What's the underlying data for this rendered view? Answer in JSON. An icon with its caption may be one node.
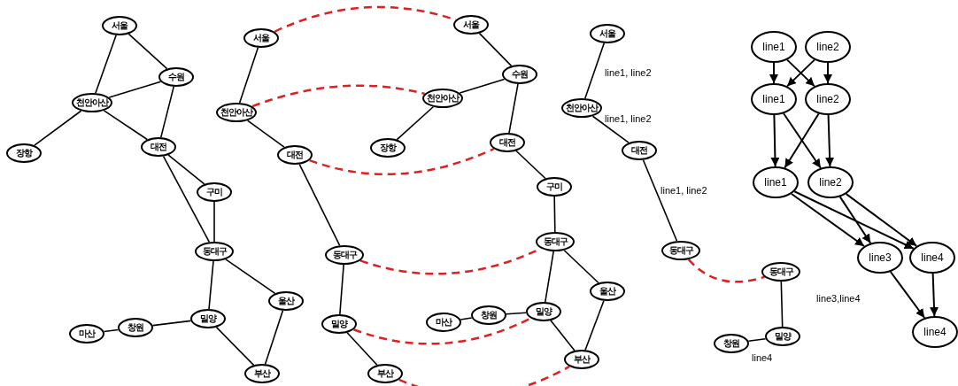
{
  "diagram": {
    "nodes": [
      {
        "text": [
          "서울"
        ]
      },
      {
        "text": [
          "수원"
        ]
      },
      {
        "text": [
          "천안아산"
        ]
      },
      {
        "text": [
          "장항"
        ]
      },
      {
        "text": [
          "대전"
        ]
      },
      {
        "text": [
          "구미"
        ]
      },
      {
        "text": [
          "동대구"
        ]
      },
      {
        "text": [
          "밀양"
        ]
      },
      {
        "text": [
          "창원"
        ]
      },
      {
        "text": [
          "마산"
        ]
      },
      {
        "text": [
          "울산"
        ]
      },
      {
        "text": [
          "부산"
        ]
      },
      {
        "text": [
          "서울"
        ]
      },
      {
        "text": [
          "천안아산"
        ]
      },
      {
        "text": [
          "대전"
        ]
      },
      {
        "text": [
          "동대구"
        ]
      },
      {
        "text": [
          "밀양"
        ]
      },
      {
        "text": [
          "부산"
        ]
      },
      {
        "text": [
          "서울"
        ]
      },
      {
        "text": [
          "수원"
        ]
      },
      {
        "text": [
          "천안아산"
        ]
      },
      {
        "text": [
          "장항"
        ]
      },
      {
        "text": [
          "대전"
        ]
      },
      {
        "text": [
          "구미"
        ]
      },
      {
        "text": [
          "동대구"
        ]
      },
      {
        "text": [
          "밀양"
        ]
      },
      {
        "text": [
          "창원"
        ]
      },
      {
        "text": [
          "마산"
        ]
      },
      {
        "text": [
          "울산"
        ]
      },
      {
        "text": [
          "부산"
        ]
      },
      {
        "text": [
          "서울"
        ]
      },
      {
        "text": [
          "천안아산"
        ]
      },
      {
        "text": [
          "대전"
        ]
      },
      {
        "text": [
          "동대구"
        ]
      },
      {
        "text": [
          "동대구"
        ]
      },
      {
        "text": [
          "밀양"
        ]
      },
      {
        "text": [
          "창원"
        ]
      },
      {
        "text": [
          "line1"
        ]
      },
      {
        "text": [
          "line2"
        ]
      },
      {
        "text": [
          "line1"
        ]
      },
      {
        "text": [
          "line2"
        ]
      },
      {
        "text": [
          "line1"
        ]
      },
      {
        "text": [
          "line2"
        ]
      },
      {
        "text": [
          "line3"
        ]
      },
      {
        "text": [
          "line4"
        ]
      },
      {
        "text": [
          "line4"
        ]
      }
    ],
    "edges": [
      {
        "from": 0,
        "to": 2,
        "arrow": "none"
      },
      {
        "from": 0,
        "to": 1,
        "arrow": "none"
      },
      {
        "from": 2,
        "to": 1,
        "arrow": "none"
      },
      {
        "from": 2,
        "to": 3,
        "arrow": "none"
      },
      {
        "from": 2,
        "to": 4,
        "arrow": "none"
      },
      {
        "from": 1,
        "to": 4,
        "arrow": "none"
      },
      {
        "from": 4,
        "to": 5,
        "arrow": "none"
      },
      {
        "from": 4,
        "to": 6,
        "arrow": "none"
      },
      {
        "from": 5,
        "to": 6,
        "arrow": "none"
      },
      {
        "from": 6,
        "to": 7,
        "arrow": "none"
      },
      {
        "from": 6,
        "to": 10,
        "arrow": "none"
      },
      {
        "from": 7,
        "to": 8,
        "arrow": "none"
      },
      {
        "from": 8,
        "to": 9,
        "arrow": "none"
      },
      {
        "from": 7,
        "to": 11,
        "arrow": "none"
      },
      {
        "from": 10,
        "to": 11,
        "arrow": "none"
      },
      {
        "from": 12,
        "to": 13,
        "arrow": "none"
      },
      {
        "from": 13,
        "to": 14,
        "arrow": "none"
      },
      {
        "from": 14,
        "to": 15,
        "arrow": "none"
      },
      {
        "from": 15,
        "to": 16,
        "arrow": "none"
      },
      {
        "from": 16,
        "to": 17,
        "arrow": "none"
      },
      {
        "from": 18,
        "to": 19,
        "arrow": "none"
      },
      {
        "from": 19,
        "to": 20,
        "arrow": "none"
      },
      {
        "from": 20,
        "to": 21,
        "arrow": "none"
      },
      {
        "from": 19,
        "to": 22,
        "arrow": "none"
      },
      {
        "from": 22,
        "to": 23,
        "arrow": "none"
      },
      {
        "from": 23,
        "to": 24,
        "arrow": "none"
      },
      {
        "from": 24,
        "to": 25,
        "arrow": "none"
      },
      {
        "from": 24,
        "to": 28,
        "arrow": "none"
      },
      {
        "from": 25,
        "to": 26,
        "arrow": "none"
      },
      {
        "from": 26,
        "to": 27,
        "arrow": "none"
      },
      {
        "from": 25,
        "to": 29,
        "arrow": "none"
      },
      {
        "from": 28,
        "to": 29,
        "arrow": "none"
      },
      {
        "from": 12,
        "to": 18,
        "arrow": "none",
        "style": "dashed",
        "color": "#e02020"
      },
      {
        "from": 13,
        "to": 20,
        "arrow": "none",
        "style": "dashed",
        "color": "#e02020"
      },
      {
        "from": 14,
        "to": 22,
        "arrow": "none",
        "style": "dashed",
        "color": "#e02020"
      },
      {
        "from": 15,
        "to": 24,
        "arrow": "none",
        "style": "dashed",
        "color": "#e02020"
      },
      {
        "from": 16,
        "to": 25,
        "arrow": "none",
        "style": "dashed",
        "color": "#e02020"
      },
      {
        "from": 17,
        "to": 29,
        "arrow": "none",
        "style": "dashed",
        "color": "#e02020"
      },
      {
        "from": 30,
        "to": 31,
        "arrow": "none",
        "label": "line1, line2"
      },
      {
        "from": 31,
        "to": 32,
        "arrow": "none",
        "label": "line1, line2"
      },
      {
        "from": 32,
        "to": 33,
        "arrow": "none",
        "label": "line1, line2"
      },
      {
        "from": 33,
        "to": 34,
        "arrow": "none",
        "style": "dashed",
        "color": "#e02020"
      },
      {
        "from": 34,
        "to": 35,
        "arrow": "none",
        "label": "line3,line4"
      },
      {
        "from": 35,
        "to": 36,
        "arrow": "none",
        "label": "line4"
      },
      {
        "from": 37,
        "to": 39,
        "arrow": "to"
      },
      {
        "from": 37,
        "to": 40,
        "arrow": "to"
      },
      {
        "from": 38,
        "to": 39,
        "arrow": "to"
      },
      {
        "from": 38,
        "to": 40,
        "arrow": "to"
      },
      {
        "from": 39,
        "to": 41,
        "arrow": "to"
      },
      {
        "from": 39,
        "to": 42,
        "arrow": "to"
      },
      {
        "from": 40,
        "to": 41,
        "arrow": "to"
      },
      {
        "from": 40,
        "to": 42,
        "arrow": "to"
      },
      {
        "from": 41,
        "to": 43,
        "arrow": "to"
      },
      {
        "from": 41,
        "to": 44,
        "arrow": "to"
      },
      {
        "from": 42,
        "to": 43,
        "arrow": "to"
      },
      {
        "from": 42,
        "to": 44,
        "arrow": "to"
      },
      {
        "from": 43,
        "to": 45,
        "arrow": "to"
      },
      {
        "from": 44,
        "to": 45,
        "arrow": "to"
      }
    ]
  }
}
